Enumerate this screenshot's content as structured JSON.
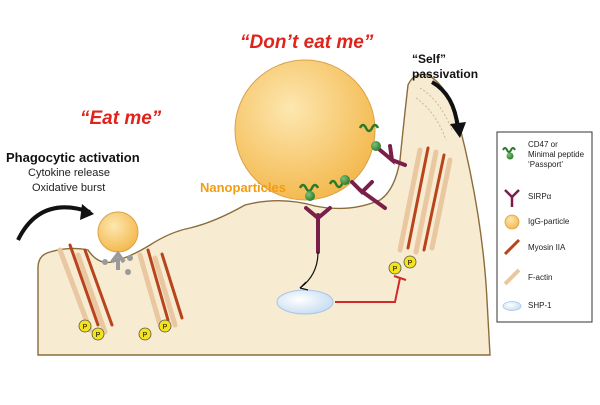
{
  "labels": {
    "dont_eat_me": "“Don’t eat me”",
    "eat_me": "“Eat me”",
    "phagocytic_activation": "Phagocytic activation",
    "cytokine_release": "Cytokine release",
    "oxidative_burst": "Oxidative burst",
    "nanoparticles": "Nanoparticles",
    "self_quote": "“Self”",
    "passivation": "passivation",
    "phospho": "P"
  },
  "legend": {
    "items": [
      {
        "icon": "cd47-icon",
        "lines": [
          "CD47 or",
          "Minimal peptide",
          "‘Passport’"
        ]
      },
      {
        "icon": "sirpa-icon",
        "lines": [
          "SIRPα"
        ]
      },
      {
        "icon": "igg-particle-icon",
        "lines": [
          "IgG-particle"
        ]
      },
      {
        "icon": "myosin-icon",
        "lines": [
          "Myosin IIA"
        ]
      },
      {
        "icon": "factin-icon",
        "lines": [
          "F-actin"
        ]
      },
      {
        "icon": "shp1-icon",
        "lines": [
          "SHP-1"
        ]
      }
    ]
  },
  "colors": {
    "cell_fill": "#f7ecd2",
    "cell_stroke": "#8a6d3b",
    "particle": "#f6c460",
    "myosin": "#b8441e",
    "factin": "#e9c7a1",
    "receptor": "#7a1f4a",
    "cd47": "#2a7a2a",
    "shp1": "#d8e8f6",
    "inhibit": "#d22a2a",
    "phospho": "#f4e21a"
  }
}
